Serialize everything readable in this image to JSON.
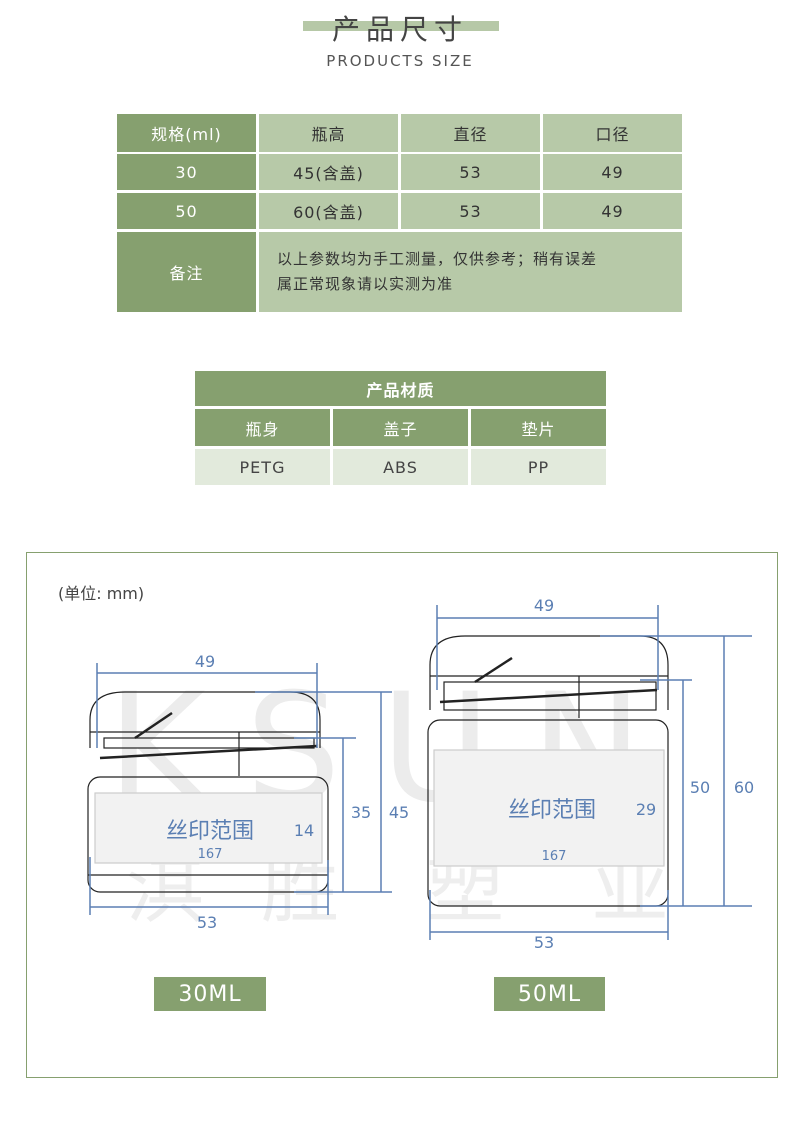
{
  "header": {
    "title_cn": "产品尺寸",
    "title_en": "PRODUCTS SIZE"
  },
  "size_table": {
    "headers": [
      "规格(ml)",
      "瓶高",
      "直径",
      "口径"
    ],
    "rows": [
      [
        "30",
        "45(含盖)",
        "53",
        "49"
      ],
      [
        "50",
        "60(含盖)",
        "53",
        "49"
      ]
    ],
    "note_label": "备注",
    "note_line1": "以上参数均为手工测量，仅供参考；稍有误差",
    "note_line2": "属正常现象请以实测为准"
  },
  "material_table": {
    "title": "产品材质",
    "headers": [
      "瓶身",
      "盖子",
      "垫片"
    ],
    "values": [
      "PETG",
      "ABS",
      "PP"
    ]
  },
  "diagram": {
    "unit": "(单位:  mm)",
    "watermark_latin": "KSUN",
    "watermark_cn": [
      "淇",
      "胜",
      "塑",
      "业"
    ],
    "print_area": "丝印范围",
    "small": {
      "cap_width": "49",
      "body_width": "53",
      "body_height": "35",
      "total_height": "45",
      "print_height": "14",
      "print_width": "167",
      "label": "30ML"
    },
    "large": {
      "cap_width": "49",
      "body_width": "53",
      "body_height": "50",
      "total_height": "60",
      "print_height": "29",
      "print_width": "167",
      "label": "50ML"
    }
  },
  "colors": {
    "green": "#86a06f",
    "light_green": "#b7c9a8",
    "dimension_blue": "#5b7fb3"
  }
}
